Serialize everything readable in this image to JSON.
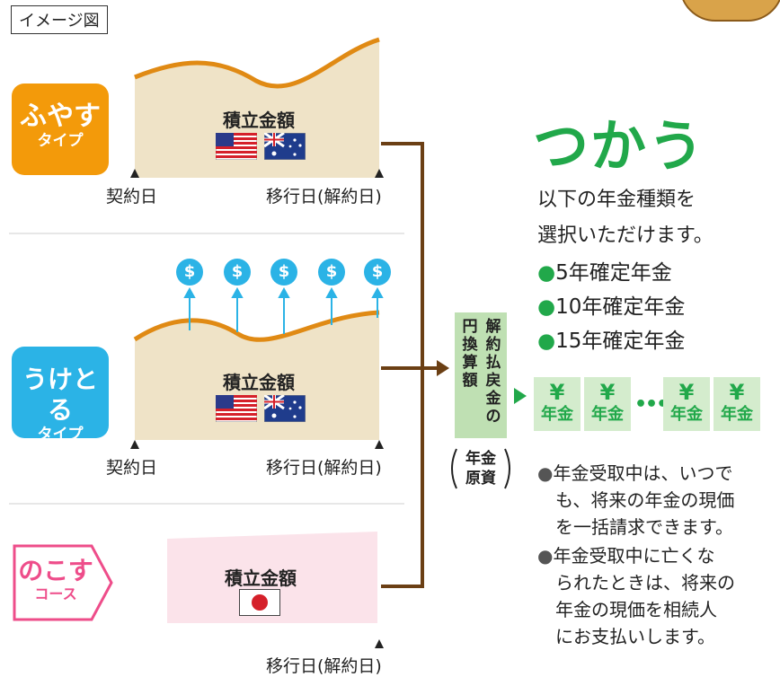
{
  "image_label": "イメージ図",
  "types": [
    {
      "title": "ふやす",
      "subtitle": "タイプ",
      "color": "#f39a0a"
    },
    {
      "title": "うけとる",
      "subtitle": "タイプ",
      "color": "#2bb3e6"
    },
    {
      "title": "のこす",
      "subtitle": "コース",
      "color": "#ee4d8a"
    }
  ],
  "accumulated_amount": "積立金額",
  "contract_date": "契約日",
  "transition_date": "移行日(解約日)",
  "dollar_symbol": "$",
  "flags": {
    "type1": [
      "us-flag",
      "australia-flag"
    ],
    "type2": [
      "us-flag",
      "australia-flag"
    ],
    "course3": [
      "japan-flag"
    ]
  },
  "vertical_box": {
    "col1": [
      "解",
      "約",
      "払",
      "戻",
      "金",
      "の"
    ],
    "col2": [
      "円",
      "換",
      "算",
      "額"
    ]
  },
  "bracket_text": {
    "line1": "年金",
    "line2": "原資"
  },
  "use_section": {
    "title": "つかう",
    "description_line1": "以下の年金種類を",
    "description_line2": "選択いただけます。",
    "bullet": "●",
    "pension_types": [
      "5年確定年金",
      "10年確定年金",
      "15年確定年金"
    ],
    "yen_symbol": "¥",
    "pension_label": "年金",
    "ellipsis": "•••",
    "note_bullet": "●",
    "note1_lines": [
      "年金受取中は、いつで",
      "も、将来の年金の現価",
      "を一括請求できます。"
    ],
    "note2_lines": [
      "年金受取中に亡くな",
      "られたときは、将来の",
      "年金の現価を相続人",
      "にお支払いします。"
    ]
  },
  "colors": {
    "orange": "#f39a0a",
    "blue": "#2bb3e6",
    "pink": "#ee4d8a",
    "green": "#21a84a",
    "brown": "#6b3f14",
    "tan": "#efe3c7",
    "pink_fill": "#fbe3ea",
    "light_green": "#bfe0b3"
  }
}
